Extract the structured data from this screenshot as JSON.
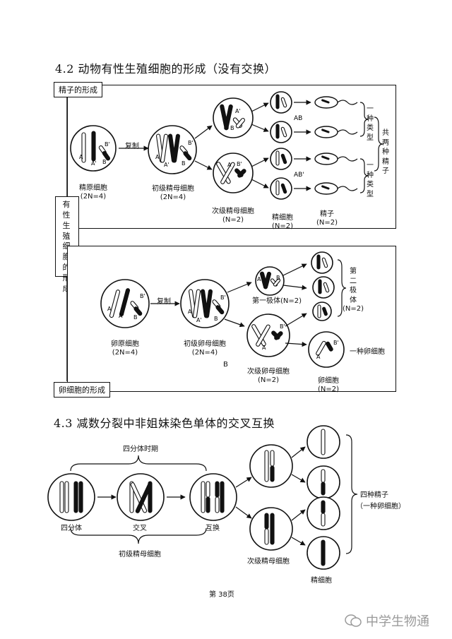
{
  "section_42": {
    "heading": "4.2 动物有性生殖细胞的形成（没有交换）",
    "side_label": "有性生殖细胞的形成",
    "sperm": {
      "box_title": "精子的形成",
      "arrow_label": "复制",
      "cells": [
        {
          "name": "精原细胞",
          "ploidy": "(2N=4)"
        },
        {
          "name": "初级精母细胞",
          "ploidy": "(2N=4)"
        },
        {
          "name": "次级精母细胞",
          "ploidy": "(N=2)"
        },
        {
          "name": "精细胞",
          "ploidy": "(N=2)"
        },
        {
          "name": "精子",
          "ploidy": "(N=2)"
        }
      ],
      "genotype_1": "AB",
      "genotype_2": "AB'",
      "type_label": "一种类型",
      "type_label_2": "一种类型",
      "total_label": "共两种精子"
    },
    "egg": {
      "box_title": "卵细胞的形成",
      "arrow_label": "复制",
      "cells": [
        {
          "name": "卵原细胞",
          "ploidy": "(2N=4)"
        },
        {
          "name": "初级卵母细胞",
          "ploidy": "(2N=4)"
        },
        {
          "name": "次级卵母细胞",
          "ploidy": "(N=2)"
        },
        {
          "name": "卵细胞",
          "ploidy": "(N=2)"
        }
      ],
      "first_polar_body": "第一极体(N=2)",
      "second_polar_body": "第二极体",
      "second_polar_ploidy": "(N=2)",
      "one_egg": "一种卵细胞",
      "stray_label": "B"
    },
    "alleles": {
      "a": "A",
      "a_prime": "A'",
      "b": "B",
      "b_prime": "B'"
    }
  },
  "section_43": {
    "heading": "4.3 减数分裂中非姐妹染色单体的交叉互换",
    "tetrad_period": "四分体时期",
    "cells": {
      "tetrad": "四分体",
      "cross": "交叉",
      "exchange": "互换"
    },
    "primary": "初级精母细胞",
    "secondary": "次级精母细胞",
    "spermatid": "精细胞",
    "four_sperm": "四种精子",
    "one_egg": "（一种卵细胞）"
  },
  "footer": {
    "page_number": "第 38页",
    "watermark": "中学生物通"
  }
}
